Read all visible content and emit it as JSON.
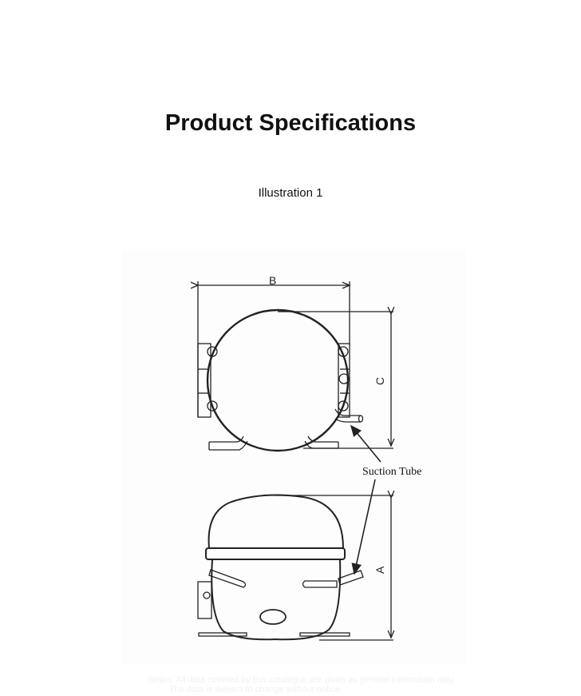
{
  "page": {
    "title": "Product Specifications",
    "caption": "Illustration 1"
  },
  "figure": {
    "label_b": "B",
    "label_c": "C",
    "label_a": "A",
    "suction_tube": "Suction Tube"
  },
  "notes": {
    "line1": "Notes:  All data covered by this catalogue are given as general information only.",
    "line2": "The data is subject to change without notice."
  }
}
